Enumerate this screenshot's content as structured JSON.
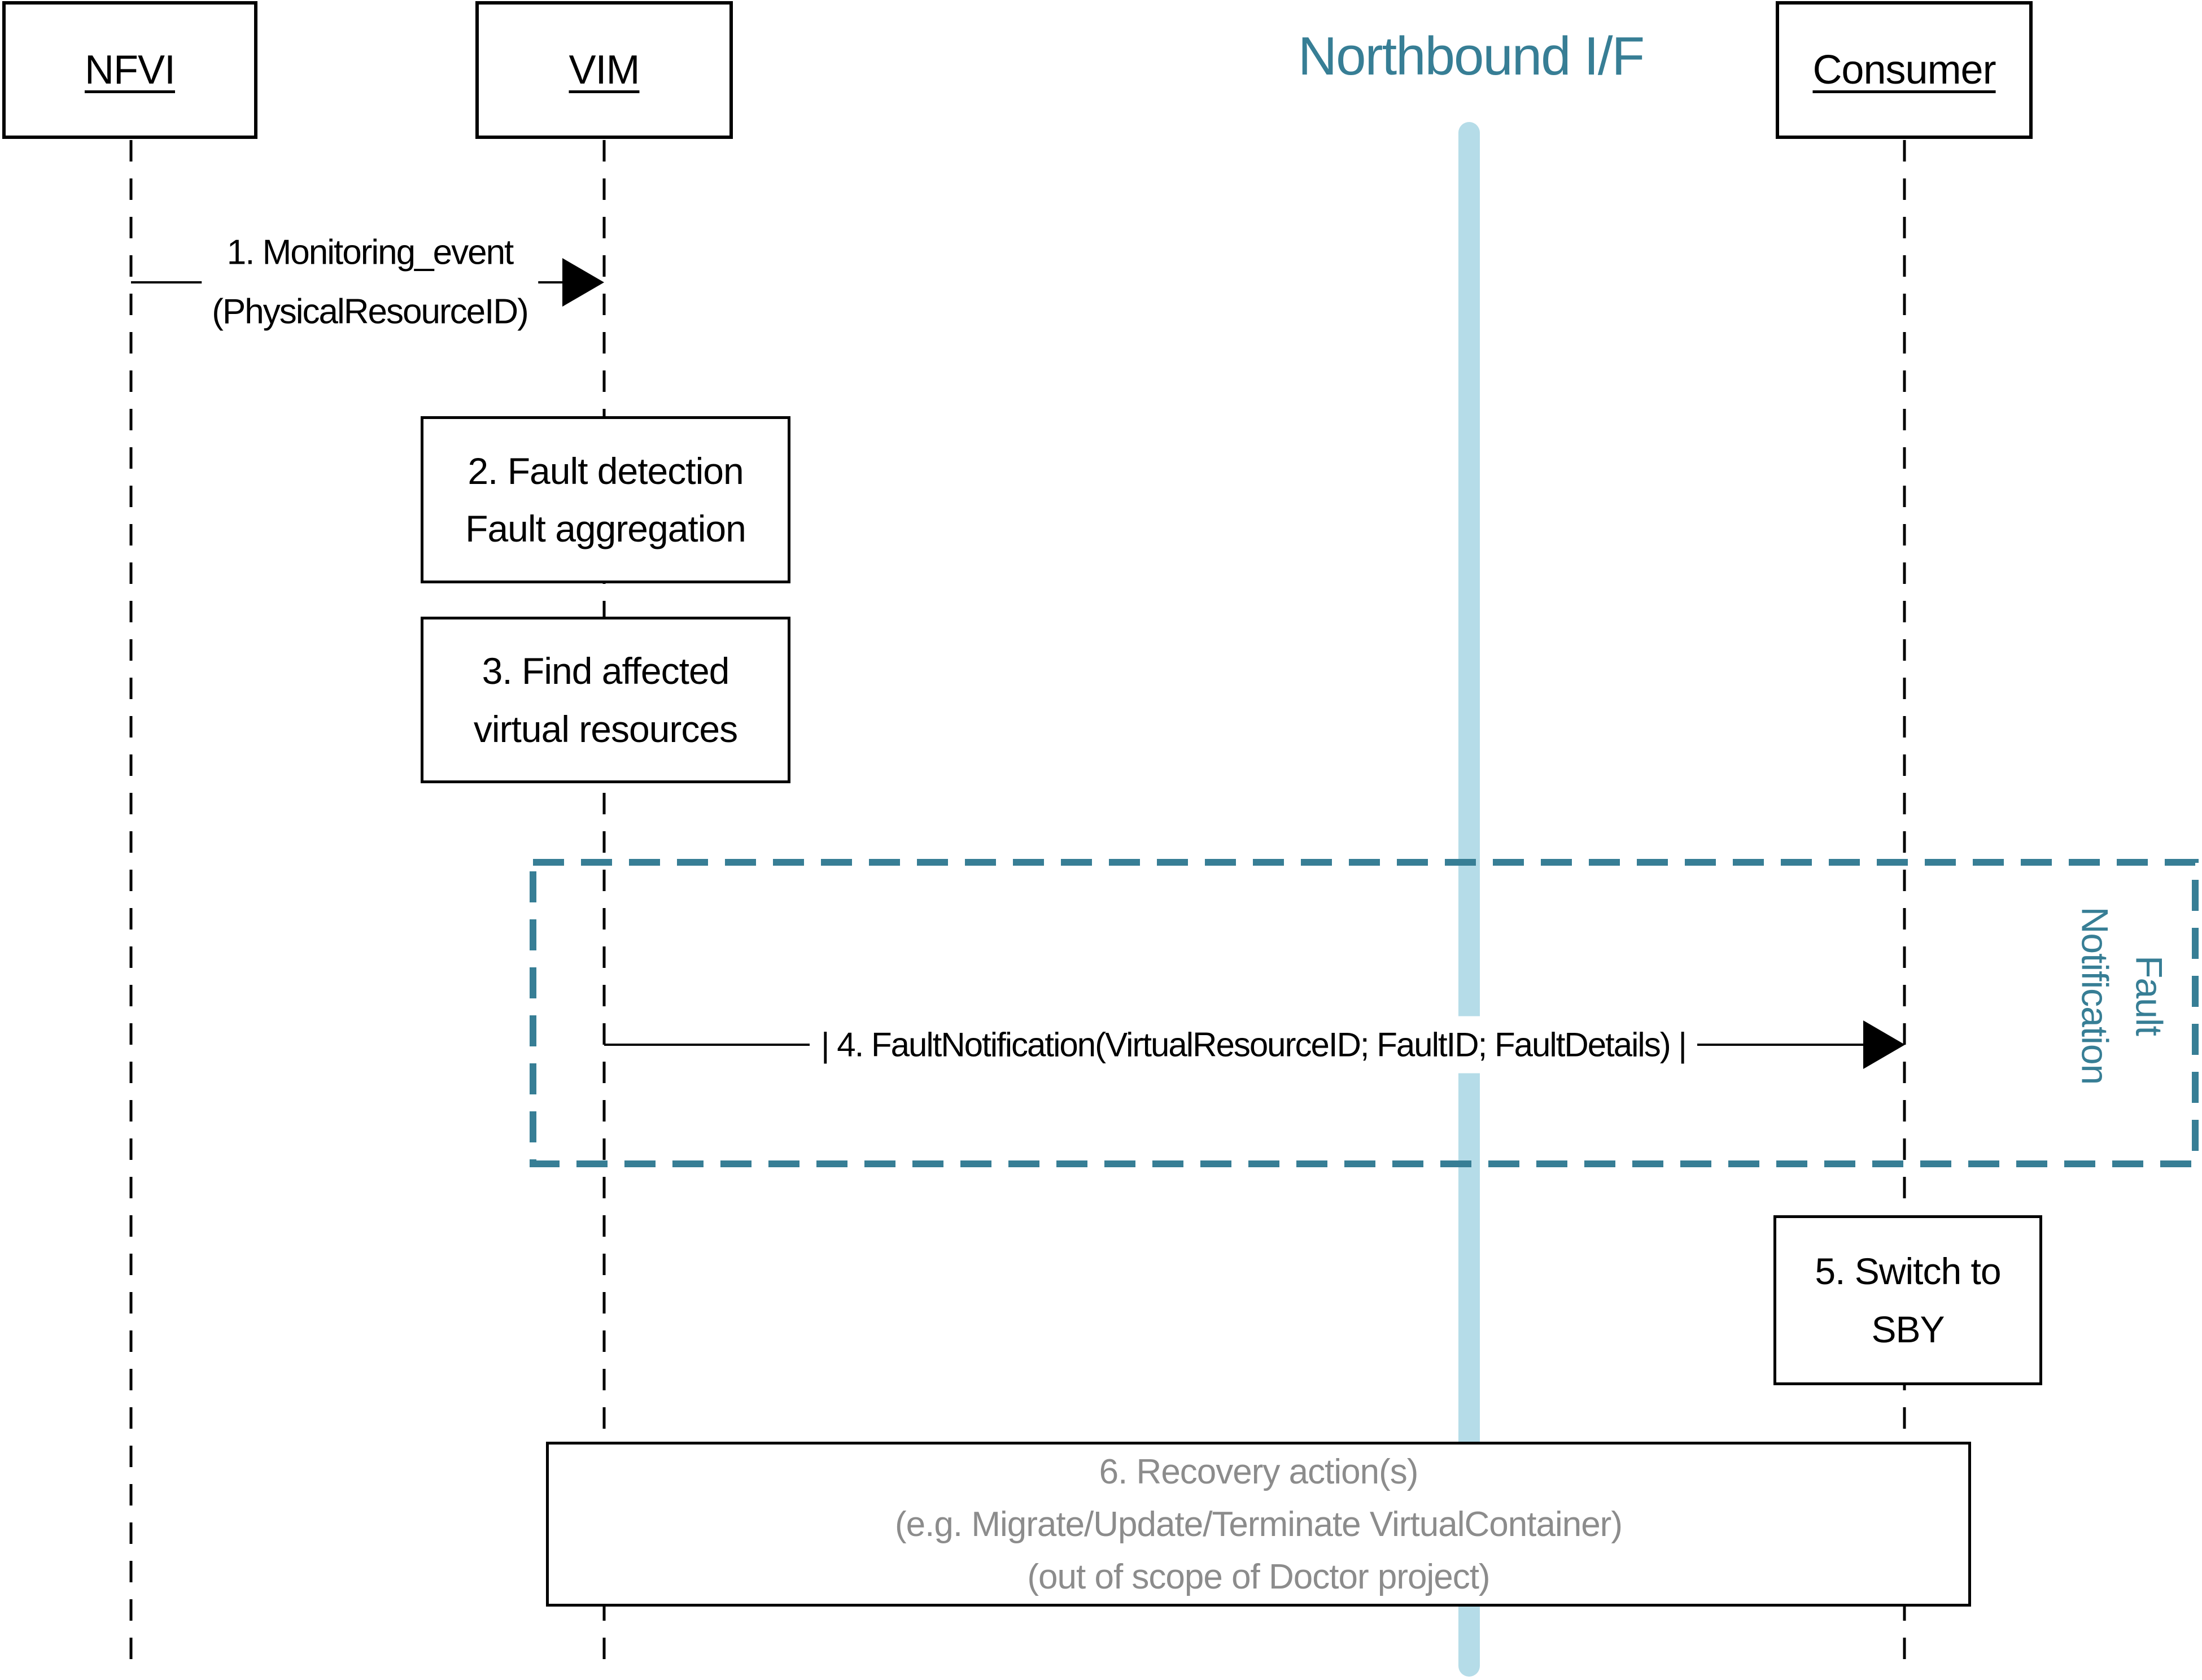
{
  "title": {
    "text": "Northbound I/F"
  },
  "actors": {
    "nfvi": {
      "label": "NFVI"
    },
    "vim": {
      "label": "VIM"
    },
    "consumer": {
      "label": "Consumer"
    }
  },
  "messages": {
    "msg1": {
      "line1": "1. Monitoring_event",
      "line2": "(PhysicalResourceID)",
      "from": "NFVI",
      "to": "VIM"
    },
    "msg4": {
      "text": "| 4. FaultNotification(VirtualResourceID; FaultID; FaultDetails) |",
      "from": "VIM",
      "to": "Consumer"
    }
  },
  "steps": {
    "step2": {
      "line1": "2. Fault detection",
      "line2": "Fault aggregation"
    },
    "step3": {
      "line1": "3. Find affected",
      "line2": "virtual resources"
    },
    "step5": {
      "line1": "5. Switch to",
      "line2": "SBY"
    },
    "step6": {
      "line1": "6. Recovery action(s)",
      "line2": "(e.g. Migrate/Update/Terminate VirtualContainer)",
      "line3": "(out of scope of Doctor project)"
    }
  },
  "frame_label": {
    "line1": "Fault",
    "line2": "Notification"
  },
  "colors": {
    "teal": "#377E95",
    "light_blue": "#B5DCE8",
    "gray_text": "#8C8C8C",
    "black": "#000000"
  }
}
